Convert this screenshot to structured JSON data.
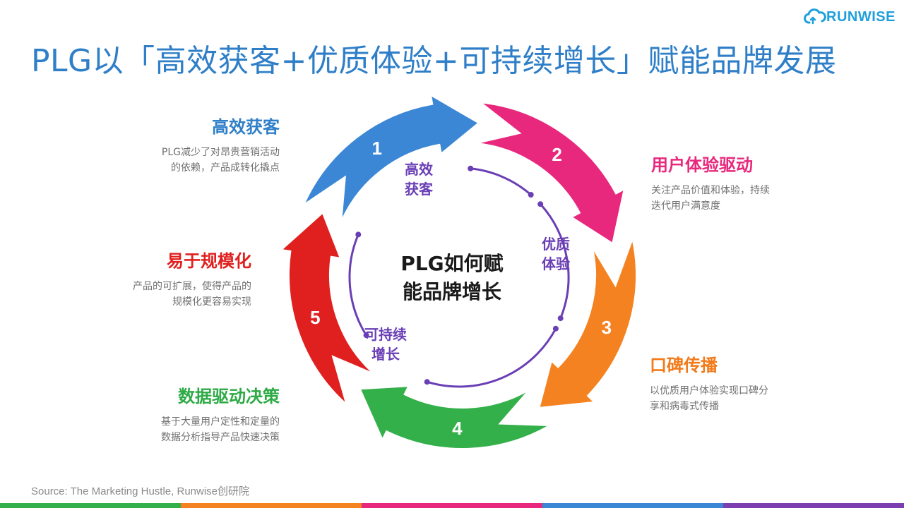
{
  "brand": {
    "name": "RUNWISE",
    "icon": "cloud-logo-icon",
    "color": "#1fa0dc"
  },
  "title": "PLG以「高效获客+优质体验+可持续增长」赋能品牌发展",
  "center": {
    "line1": "PLG如何赋",
    "line2": "能品牌增长"
  },
  "inner_stages": [
    {
      "line1": "高效",
      "line2": "获客"
    },
    {
      "line1": "优质",
      "line2": "体验"
    },
    {
      "line1": "可持续",
      "line2": "增长"
    }
  ],
  "cycle": [
    {
      "number": "1",
      "color": "#3b87d6"
    },
    {
      "number": "2",
      "color": "#e8287d"
    },
    {
      "number": "3",
      "color": "#f58220"
    },
    {
      "number": "4",
      "color": "#34b04a"
    },
    {
      "number": "5",
      "color": "#e0201e"
    }
  ],
  "nodes": [
    {
      "title": "高效获客",
      "desc1": "PLG减少了对昂贵营销活动",
      "desc2": "的依赖，产品成转化撬点",
      "color": "#2f7fc8"
    },
    {
      "title": "用户体验驱动",
      "desc1": "关注产品价值和体验，持续",
      "desc2": "迭代用户满意度",
      "color": "#e8287d"
    },
    {
      "title": "口碑传播",
      "desc1": "以优质用户体验实现口碑分",
      "desc2": "享和病毒式传播",
      "color": "#f27a1a"
    },
    {
      "title": "数据驱动决策",
      "desc1": "基于大量用户定性和定量的",
      "desc2": "数据分析指导产品快速决策",
      "color": "#2eaa46"
    },
    {
      "title": "易于规模化",
      "desc1": "产品的可扩展，使得产品的",
      "desc2": "规模化更容易实现",
      "color": "#e0201e"
    }
  ],
  "inner_arc_color": "#6a3fb5",
  "source": "Source: The Marketing Hustle, Runwise创研院",
  "bottom_bar_colors": [
    "#34b04a",
    "#f58220",
    "#e8287d",
    "#3b87d6",
    "#7b3fb0"
  ]
}
